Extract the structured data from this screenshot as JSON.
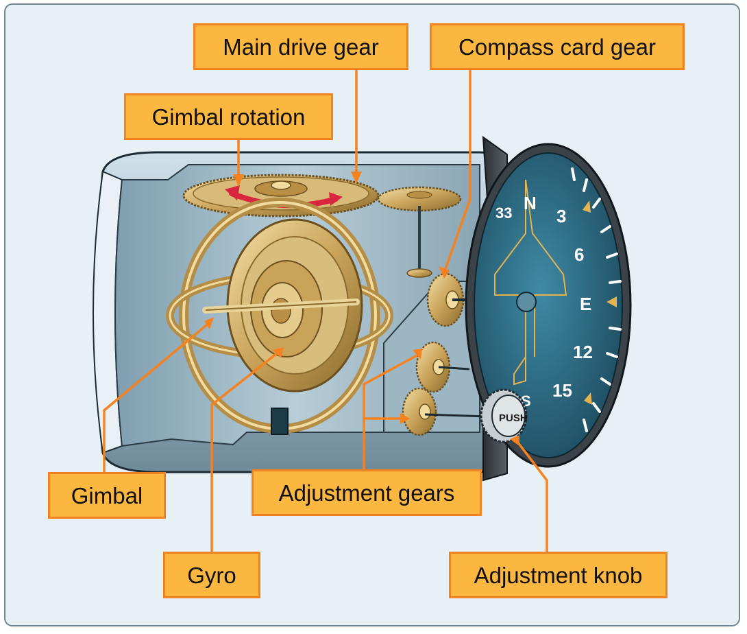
{
  "labels": {
    "main_drive_gear": "Main drive gear",
    "compass_card_gear": "Compass card gear",
    "gimbal_rotation": "Gimbal rotation",
    "gimbal": "Gimbal",
    "adjustment_gears": "Adjustment gears",
    "gyro": "Gyro",
    "adjustment_knob": "Adjustment knob"
  },
  "dial": {
    "n": "N",
    "three": "3",
    "six": "6",
    "e": "E",
    "twelve": "12",
    "fifteen": "15",
    "s": "S",
    "thirty_three": "33"
  },
  "knob": {
    "push": "PUSH"
  },
  "colors": {
    "callout_fill": "#fbb73f",
    "callout_border": "#f6821f",
    "leader_line": "#f6821f",
    "gear_gold": "#c9a35a",
    "dial_face": "#2f6f88",
    "rotation_arrow": "#d7263d"
  }
}
